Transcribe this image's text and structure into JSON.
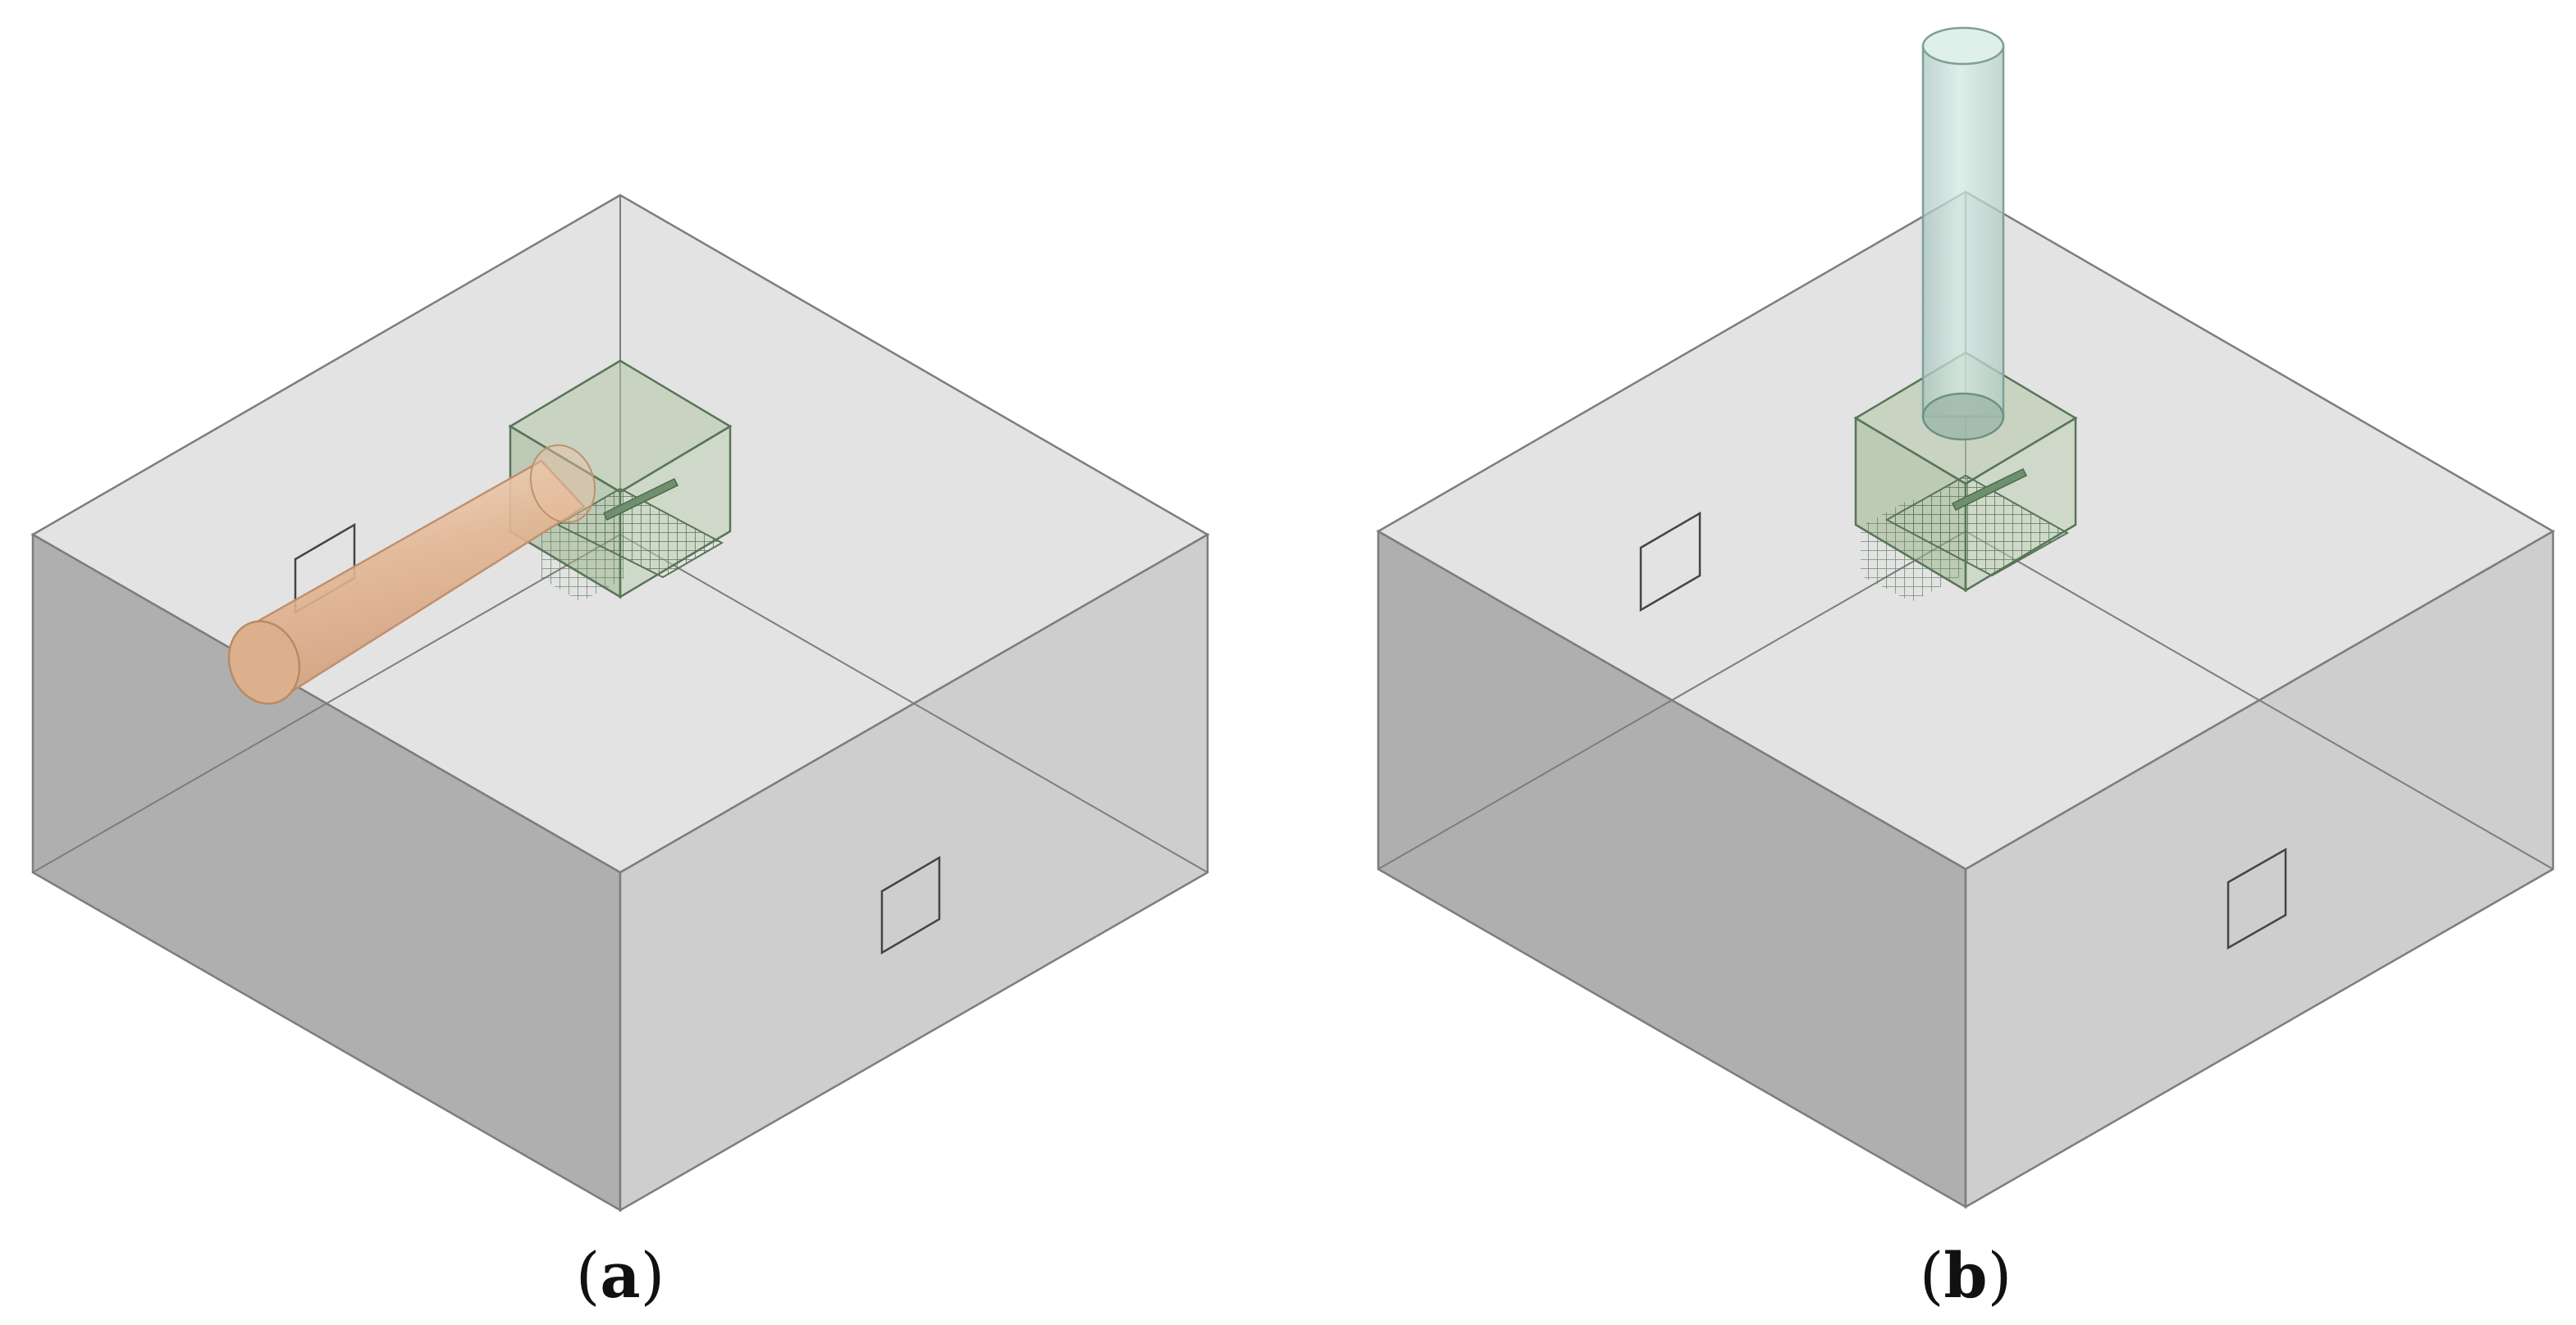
{
  "panels": [
    {
      "id": "a",
      "caption_open": "(",
      "caption_letter": "a",
      "caption_close": ")",
      "inlet": "horizontal-pipe"
    },
    {
      "id": "b",
      "caption_open": "(",
      "caption_letter": "b",
      "caption_close": ")",
      "inlet": "vertical-pipe"
    }
  ],
  "colors": {
    "box_top": "#dedede",
    "box_left": "#a6a6a6",
    "box_right": "#c9c9c9",
    "edge": "#7d7d7d",
    "inner_cube": "#b3c9a6",
    "pipe": "#ecc7a8",
    "pipe_vertical": "#c6e0d9",
    "mesh": "#557755"
  }
}
